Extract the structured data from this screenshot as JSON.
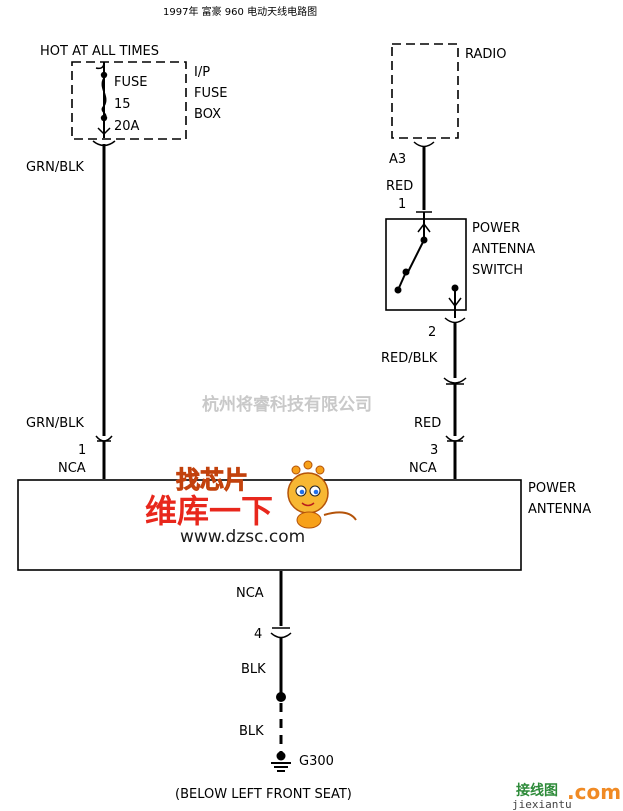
{
  "title": "1997年 富豪 960 电动天线电路图",
  "fuse_block": {
    "supply_label": "HOT AT ALL TIMES",
    "fuse_name": "FUSE",
    "fuse_number": "15",
    "fuse_rating": "20A",
    "box_line1": "I/P",
    "box_line2": "FUSE",
    "box_line3": "BOX"
  },
  "left_wire": {
    "color_top": "GRN/BLK",
    "color_bottom": "GRN/BLK",
    "pin": "1",
    "connector": "NCA"
  },
  "radio": {
    "label": "RADIO",
    "pin": "A3",
    "wire_color": "RED"
  },
  "switch": {
    "line1": "POWER",
    "line2": "ANTENNA",
    "line3": "SWITCH",
    "pin_in": "1",
    "pin_out": "2",
    "out_wire_color": "RED/BLK"
  },
  "right_wire": {
    "color": "RED",
    "pin": "3",
    "connector": "NCA"
  },
  "antenna": {
    "line1": "POWER",
    "line2": "ANTENNA"
  },
  "ground": {
    "connector": "NCA",
    "pin": "4",
    "wire_color_1": "BLK",
    "wire_color_2": "BLK",
    "ground_id": "G300",
    "location": "(BELOW LEFT FRONT SEAT)"
  },
  "watermarks": {
    "company": "杭州将睿科技有限公司",
    "logo_badge": "找芯片",
    "logo_main": "维库一下",
    "logo_url": "www.dzsc.com",
    "footer_logo": "接线图",
    "footer_com": ".com",
    "footer_site": "jiexiantu"
  },
  "colors": {
    "line": "#000000",
    "watermark_gray": "#c9c9c9",
    "logo_red": "#e8271c",
    "logo_orange": "#f7a11a"
  }
}
